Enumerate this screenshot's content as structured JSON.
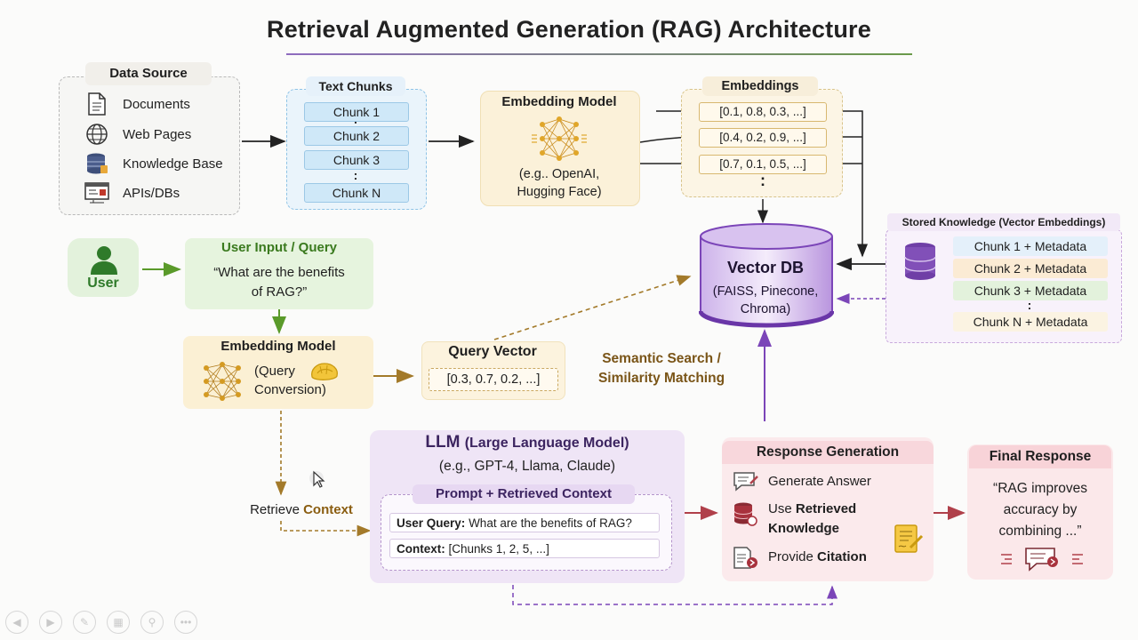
{
  "title": "Retrieval Augmented Generation (RAG) Architecture",
  "data_source": {
    "title": "Data Source",
    "items": [
      {
        "label": "Documents",
        "icon": "document-icon"
      },
      {
        "label": "Web Pages",
        "icon": "globe-icon"
      },
      {
        "label": "Knowledge Base",
        "icon": "database-icon"
      },
      {
        "label": "APIs/DBs",
        "icon": "api-window-icon"
      }
    ]
  },
  "text_chunks": {
    "title": "Text Chunks",
    "chunks": [
      "Chunk 1",
      "Chunk 2",
      "Chunk 3",
      "Chunk N"
    ],
    "dots": ":"
  },
  "embedding_model": {
    "title": "Embedding Model",
    "subtitle_line1": "(e.g.. OpenAI,",
    "subtitle_line2": "Hugging Face)"
  },
  "embeddings": {
    "title": "Embeddings",
    "vectors": [
      "[0.1, 0.8, 0.3, ...]",
      "[0.4, 0.2, 0.9, ...]",
      "[0.7, 0.1, 0.5, ...]"
    ],
    "dots": ":"
  },
  "vector_db": {
    "title": "Vector DB",
    "subtitle_line1": "(FAISS, Pinecone,",
    "subtitle_line2": "Chroma)"
  },
  "stored_knowledge": {
    "title": "Stored Knowledge (Vector Embeddings)",
    "items": [
      "Chunk 1 + Metadata",
      "Chunk 2 + Metadata",
      "Chunk 3 + Metadata",
      "Chunk N + Metadata"
    ],
    "dots": ":"
  },
  "user": {
    "label": "User"
  },
  "user_query": {
    "title": "User Input / Query",
    "text_line1": "“What are the benefits",
    "text_line2": "of RAG?”"
  },
  "query_embedding": {
    "title": "Embedding Model",
    "sub_line1": "(Query",
    "sub_line2": "Conversion)"
  },
  "query_vector": {
    "title": "Query Vector",
    "value": "[0.3, 0.7, 0.2, ...]"
  },
  "semantic_search": {
    "line1": "Semantic Search /",
    "line2": "Similarity Matching"
  },
  "retrieve_context": {
    "prefix": "Retrieve",
    "highlight": "Context"
  },
  "llm": {
    "title": "LLM",
    "title_suffix": "(Large Language Model)",
    "subtitle": "(e.g., GPT-4, Llama, Claude)",
    "prompt_title": "Prompt + Retrieved Context",
    "query_label": "User Query:",
    "query_value": "What are the benefits of RAG?",
    "context_label": "Context:",
    "context_value": "[Chunks 1, 2, 5, ...]"
  },
  "response_generation": {
    "title": "Response Generation",
    "item1": "Generate Answer",
    "item2_prefix": "Use",
    "item2_bold1": "Retrieved",
    "item2_bold2": "Knowledge",
    "item3_prefix": "Provide",
    "item3_bold": "Citation"
  },
  "final_response": {
    "title": "Final Response",
    "line1": "“RAG improves",
    "line2": "accuracy by",
    "line3": "combining ...”"
  },
  "colors": {
    "purple_accent": "#7b45b8",
    "green_accent": "#3a8a2a",
    "brown_accent": "#a37a2a",
    "red_accent": "#b0404a"
  }
}
